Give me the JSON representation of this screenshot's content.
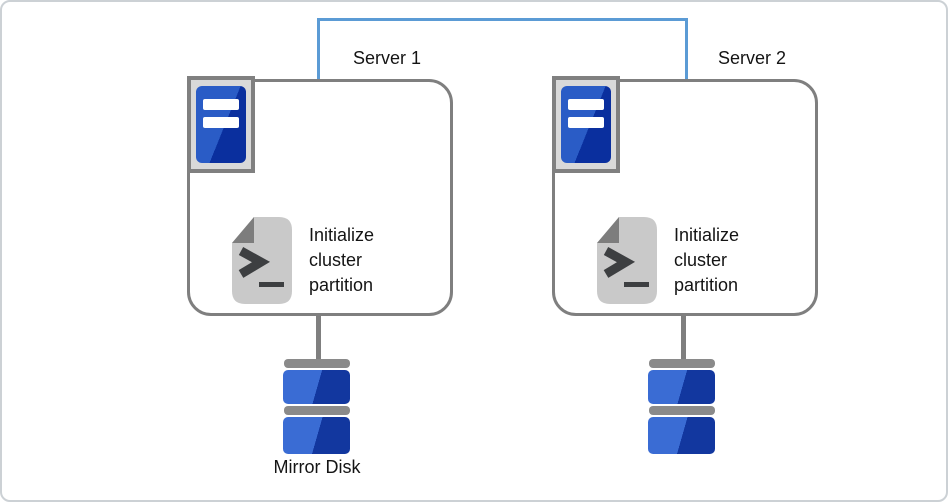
{
  "diagram": {
    "kind": "cluster-mirror-disk-diagram"
  },
  "connector": {
    "name": "server-interconnect",
    "color": "#5b9bd5"
  },
  "servers": [
    {
      "label": "Server 1",
      "step_label": "Initialize cluster partition"
    },
    {
      "label": "Server 2",
      "step_label": "Initialize cluster partition"
    }
  ],
  "mirror_disk": {
    "label": "Mirror Disk"
  },
  "icons": {
    "server": "server-tower-icon",
    "script": "script-terminal-icon",
    "disk": "mirror-disk-stack-icon"
  },
  "colors": {
    "connector_blue": "#5b9bd5",
    "box_border_gray": "#7f7f7f",
    "icon_frame_gray": "#808080",
    "icon_frame_fill": "#d9d9d9",
    "tower_blue_light": "#2a5cc6",
    "tower_blue_dark": "#0a2f9e",
    "disk_blue_light": "#3a6cd4",
    "disk_blue_dark": "#12379f",
    "disk_separator_gray": "#8a8a8a",
    "script_doc_gray": "#c9c9c9",
    "script_fold_gray": "#7d7d7d",
    "script_glyph_dark": "#3d3f41"
  }
}
